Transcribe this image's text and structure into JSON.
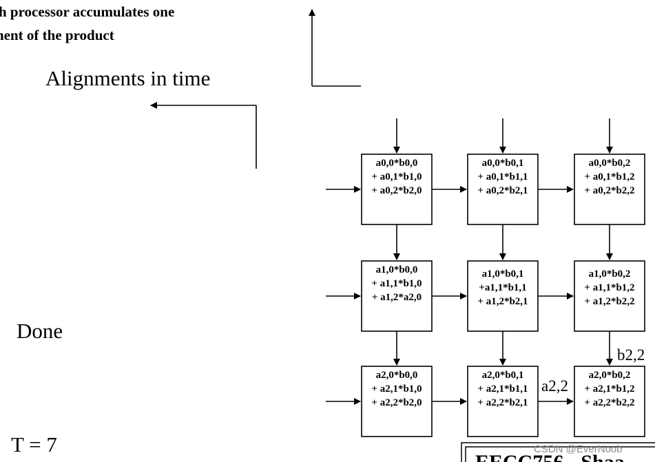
{
  "header": {
    "line1": "h processor accumulates one",
    "line2": "nent of the product"
  },
  "alignments_label": "Alignments in time",
  "done_label": "Done",
  "time_label": "T = 7",
  "cells": [
    [
      "a0,0*b0,0",
      "+ a0,1*b1,0",
      "+ a0,2*b2,0"
    ],
    [
      "a0,0*b0,1",
      "+ a0,1*b1,1",
      "+ a0,2*b2,1"
    ],
    [
      "a0,0*b0,2",
      "+ a0,1*b1,2",
      "+ a0,2*b2,2"
    ],
    [
      "a1,0*b0,0",
      "+ a1,1*b1,0",
      "+ a1,2*a2,0"
    ],
    [
      "a1,0*b0,1",
      "+a1,1*b1,1",
      "+ a1,2*b2,1"
    ],
    [
      "a1,0*b0,2",
      "+ a1,1*b1,2",
      "+ a1,2*b2,2"
    ],
    [
      "a2,0*b0,0",
      "+ a2,1*b1,0",
      "+ a2,2*b2,0"
    ],
    [
      "a2,0*b0,1",
      "+ a2,1*b1,1",
      "+ a2,2*b2,1"
    ],
    [
      "a2,0*b0,2",
      "+ a2,1*b1,2",
      "+ a2,2*b2,2"
    ]
  ],
  "input_labels": {
    "b22": "b2,2",
    "a22": "a2,2"
  },
  "footer_title": "EECC756 - Shaa",
  "watermark": "CSDN @EverNoob",
  "colors": {
    "ink": "#000000",
    "watermark": "#8a8a8a"
  }
}
